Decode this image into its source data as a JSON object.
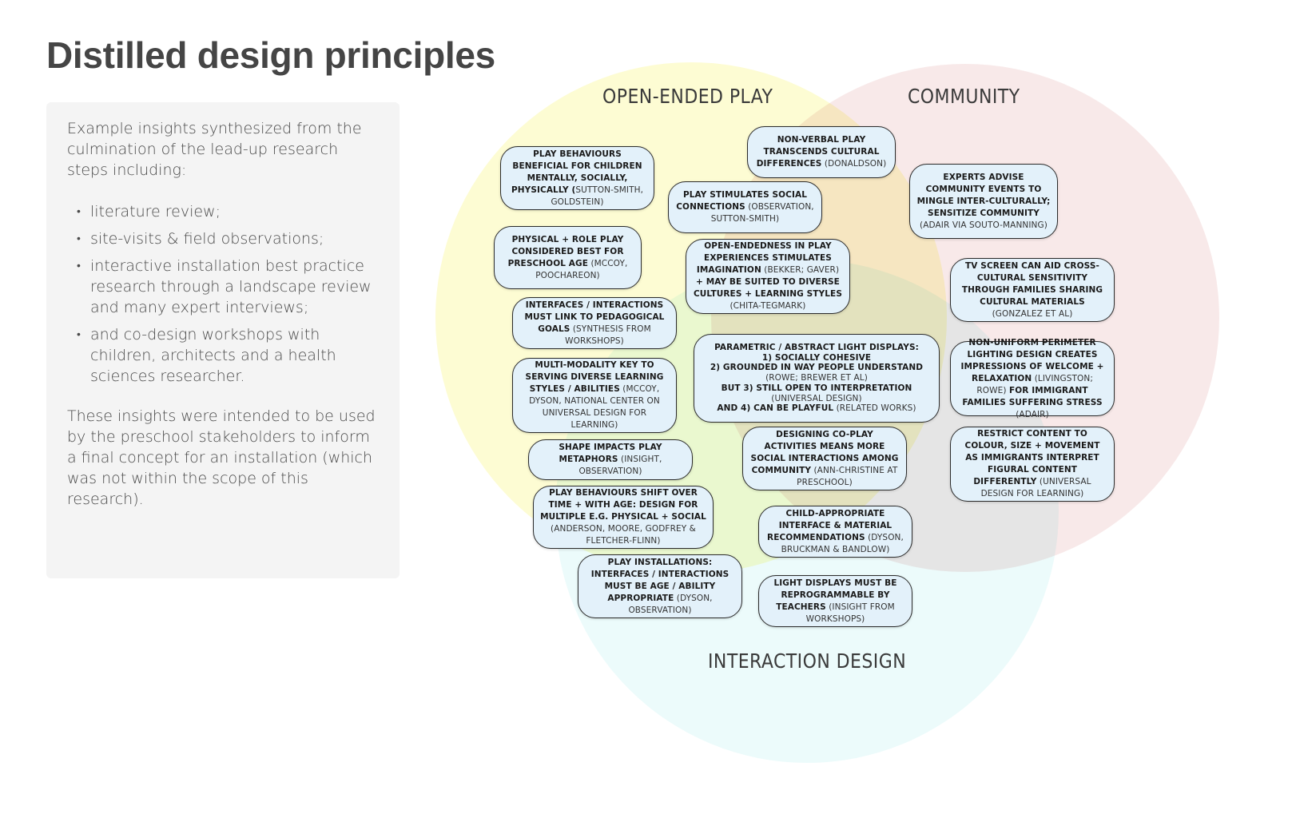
{
  "page": {
    "title": "Distilled design principles"
  },
  "panel": {
    "intro": "Example insights synthesized from the culmination of the lead-up research steps including:",
    "bullets": [
      "literature review;",
      "site-visits & field observations;",
      "interactive installation best practice research through a landscape review and many expert interviews;",
      "and co-design workshops with children, architects and a health sciences researcher."
    ],
    "closing": "These insights were intended to be used by the preschool stakeholders to inform a final concept for an installation (which was not within the scope of this research).",
    "bullet_glyph": "•"
  },
  "venn": {
    "circles": [
      {
        "label": "OPEN-ENDED PLAY",
        "color": "#fdfccb"
      },
      {
        "label": "COMMUNITY",
        "color": "#f5e2e2"
      },
      {
        "label": "INTERACTION DESIGN",
        "color": "#e4fafa"
      }
    ],
    "card_fill": "#e3f1fa",
    "card_border": "#2b2b2b",
    "cards": [
      {
        "region": "open-ended-play",
        "parts": [
          {
            "b": "PLAY BEHAVIOURS BENEFICIAL FOR CHILDREN MENTALLY, SOCIALLY, PHYSICALLY ("
          },
          {
            "r": "SUTTON-SMITH, GOLDSTEIN)"
          }
        ]
      },
      {
        "region": "open-ended-play",
        "parts": [
          {
            "b": "PHYSICAL + ROLE PLAY CONSIDERED BEST FOR PRESCHOOL AGE"
          },
          {
            "r": " (MCCOY, POOCHAREON)"
          }
        ]
      },
      {
        "region": "open-ended-play + interaction-design",
        "parts": [
          {
            "b": "INTERFACES / INTERACTIONS MUST LINK TO PEDAGOGICAL GOALS"
          },
          {
            "r": " (SYNTHESIS FROM WORKSHOPS)"
          }
        ]
      },
      {
        "region": "open-ended-play + interaction-design",
        "parts": [
          {
            "b": "MULTI-MODALITY KEY TO SERVING DIVERSE LEARNING STYLES / ABILITIES"
          },
          {
            "r": " (MCCOY, DYSON, NATIONAL CENTER ON UNIVERSAL DESIGN FOR LEARNING)"
          }
        ]
      },
      {
        "region": "open-ended-play + interaction-design",
        "parts": [
          {
            "b": "SHAPE IMPACTS PLAY METAPHORS"
          },
          {
            "r": " (INSIGHT, OBSERVATION)"
          }
        ]
      },
      {
        "region": "open-ended-play + interaction-design",
        "parts": [
          {
            "b": "PLAY BEHAVIOURS SHIFT OVER TIME + WITH AGE:  DESIGN FOR MULTIPLE E.G. PHYSICAL + SOCIAL"
          },
          {
            "r": " (ANDERSON, MOORE, GODFREY & FLETCHER-FLINN)"
          }
        ]
      },
      {
        "region": "interaction-design",
        "parts": [
          {
            "b": "PLAY INSTALLATIONS: INTERFACES / INTERACTIONS MUST BE AGE / ABILITY APPROPRIATE"
          },
          {
            "r": " (DYSON, OBSERVATION)"
          }
        ]
      },
      {
        "region": "open-ended-play + community",
        "parts": [
          {
            "b": "NON-VERBAL PLAY TRANSCENDS CULTURAL DIFFERENCES"
          },
          {
            "r": " (DONALDSON)"
          }
        ]
      },
      {
        "region": "open-ended-play + community",
        "parts": [
          {
            "b": "PLAY STIMULATES SOCIAL CONNECTIONS"
          },
          {
            "r": " (OBSERVATION, SUTTON-SMITH)"
          }
        ]
      },
      {
        "region": "all-three",
        "parts": [
          {
            "b": "OPEN-ENDEDNESS IN PLAY EXPERIENCES STIMULATES IMAGINATION"
          },
          {
            "r": " (BEKKER; GAVER) "
          },
          {
            "b": "+ MAY BE SUITED TO DIVERSE CULTURES + LEARNING STYLES"
          },
          {
            "r": " (CHITA-TEGMARK)"
          }
        ]
      },
      {
        "region": "all-three",
        "parts": [
          {
            "b": "PARAMETRIC / ABSTRACT LIGHT DISPLAYS:"
          },
          {
            "br": ""
          },
          {
            "b": "1) SOCIALLY COHESIVE"
          },
          {
            "br": ""
          },
          {
            "b": "2) GROUNDED IN WAY PEOPLE UNDERSTAND"
          },
          {
            "br": ""
          },
          {
            "r": "(ROWE; BREWER ET AL)"
          },
          {
            "br": ""
          },
          {
            "b": "BUT 3) STILL OPEN TO INTERPRETATION"
          },
          {
            "br": ""
          },
          {
            "r": "(UNIVERSAL DESIGN)"
          },
          {
            "br": ""
          },
          {
            "b": "AND 4) CAN BE PLAYFUL"
          },
          {
            "r": " (RELATED WORKS)"
          }
        ]
      },
      {
        "region": "community + interaction-design",
        "parts": [
          {
            "b": "DESIGNING CO-PLAY ACTIVITIES MEANS MORE SOCIAL INTERACTIONS AMONG COMMUNITY"
          },
          {
            "r": " (ANN-CHRISTINE AT PRESCHOOL)"
          }
        ]
      },
      {
        "region": "interaction-design",
        "parts": [
          {
            "b": "CHILD-APPROPRIATE INTERFACE & MATERIAL RECOMMENDATIONS"
          },
          {
            "r": " (DYSON, BRUCKMAN & BANDLOW)"
          }
        ]
      },
      {
        "region": "interaction-design",
        "parts": [
          {
            "b": "LIGHT DISPLAYS MUST BE REPROGRAMMABLE BY TEACHERS"
          },
          {
            "r": " (INSIGHT FROM WORKSHOPS)"
          }
        ]
      },
      {
        "region": "community",
        "parts": [
          {
            "b": "EXPERTS ADVISE COMMUNITY EVENTS TO MINGLE INTER-CULTURALLY; SENSITIZE COMMUNITY"
          },
          {
            "r": " (ADAIR VIA SOUTO-MANNING)"
          }
        ]
      },
      {
        "region": "community",
        "parts": [
          {
            "b": "TV SCREEN CAN AID CROSS-CULTURAL SENSITIVITY THROUGH FAMILIES SHARING CULTURAL MATERIALS"
          },
          {
            "r": " (GONZALEZ ET AL)"
          }
        ]
      },
      {
        "region": "community + interaction-design",
        "parts": [
          {
            "b": "NON-UNIFORM PERIMETER LIGHTING DESIGN CREATES IMPRESSIONS OF WELCOME + RELAXATION"
          },
          {
            "r": " (LIVINGSTON; ROWE) "
          },
          {
            "b": "FOR IMMIGRANT FAMILIES SUFFERING STRESS"
          },
          {
            "r": "  (ADAIR)"
          }
        ]
      },
      {
        "region": "community + interaction-design",
        "parts": [
          {
            "b": "RESTRICT CONTENT TO COLOUR, SIZE + MOVEMENT AS IMMIGRANTS INTERPRET FIGURAL CONTENT DIFFERENTLY"
          },
          {
            "r": " (UNIVERSAL DESIGN FOR LEARNING)"
          }
        ]
      }
    ]
  }
}
